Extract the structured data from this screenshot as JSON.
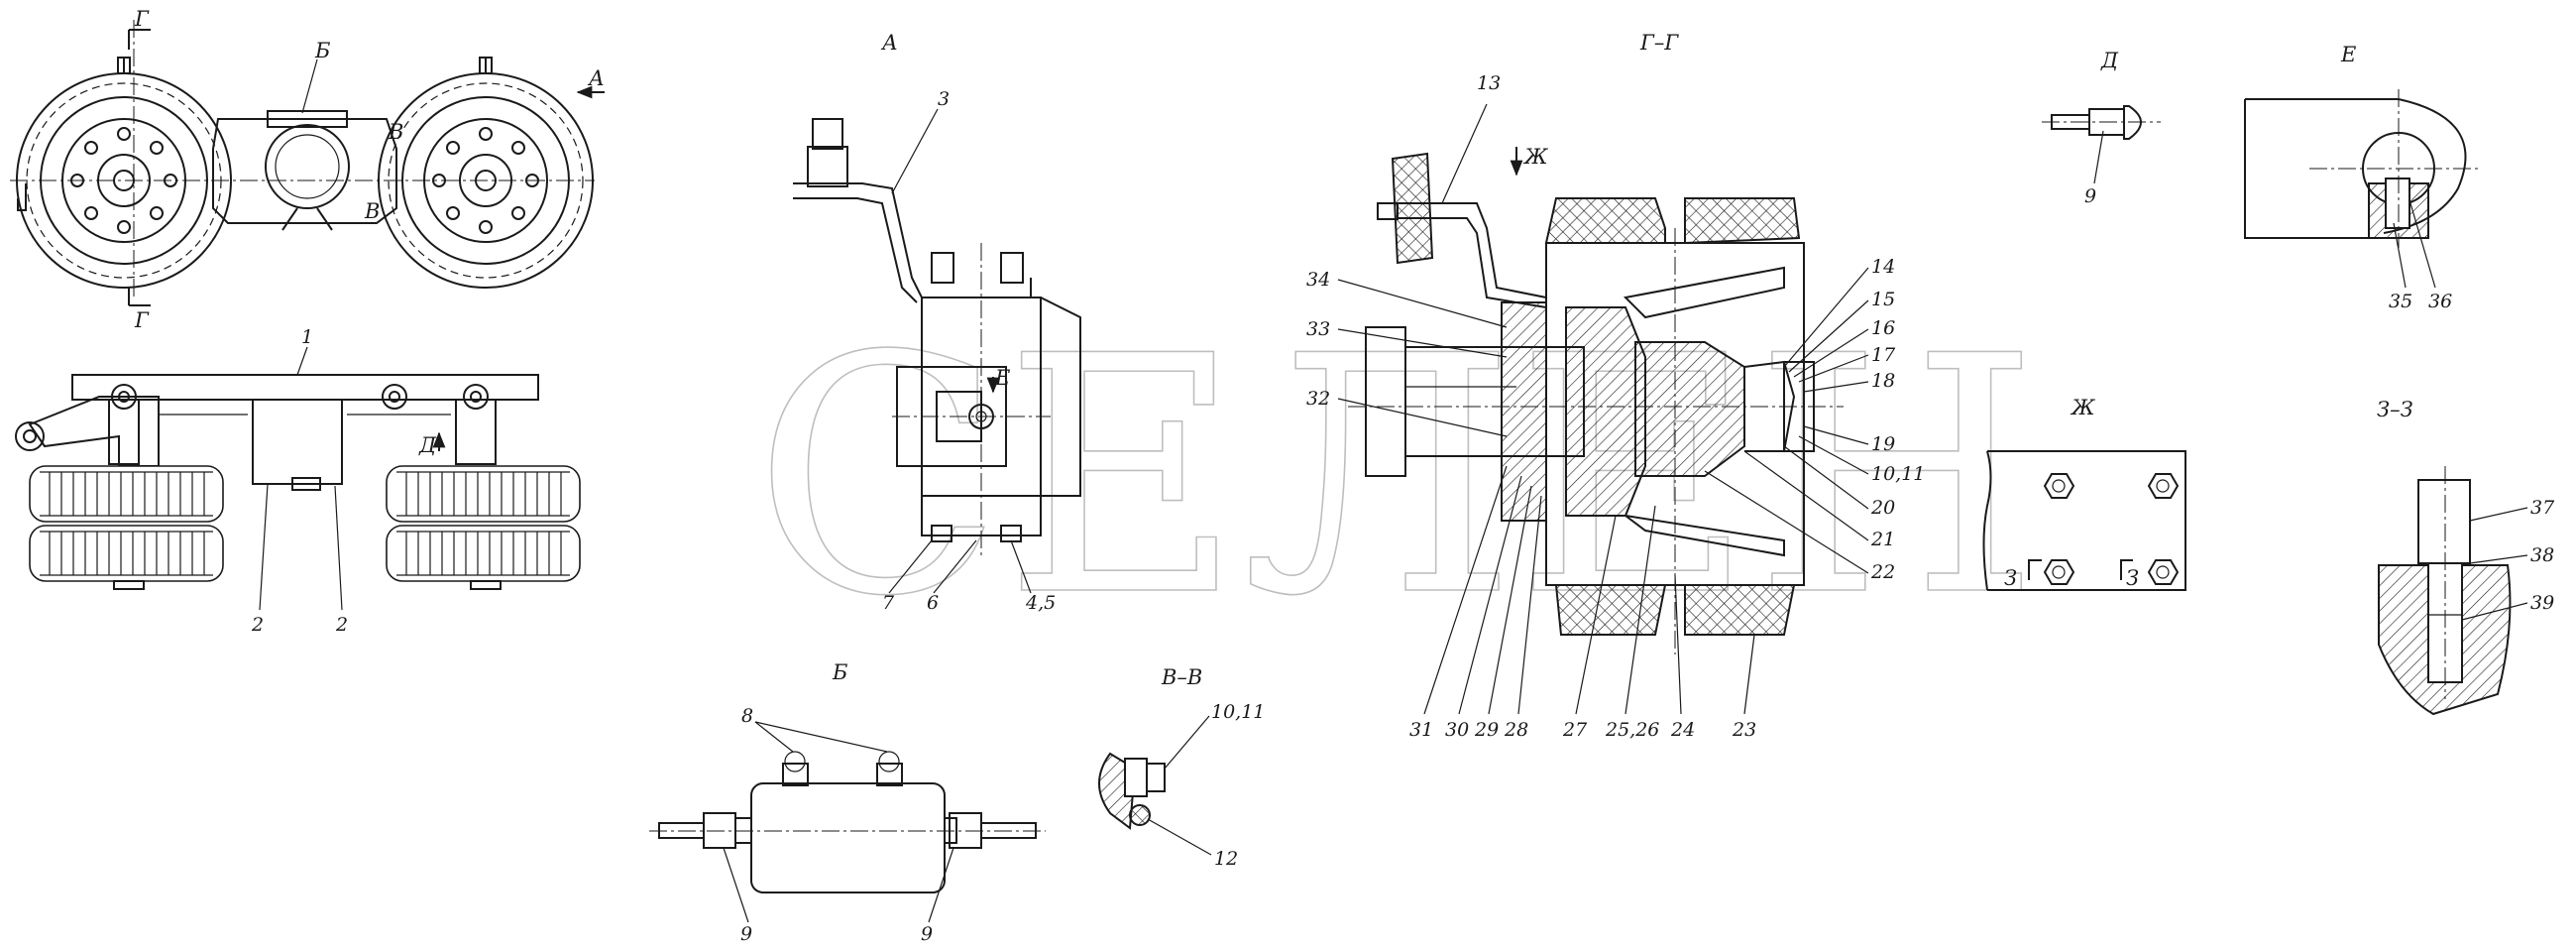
{
  "watermark": "СЕЛЕН",
  "views": {
    "top": {
      "section_mark": "Г",
      "view_a_mark": "А",
      "view_b_mark": "Б",
      "section_v_mark": "В"
    },
    "front": {
      "view_d_mark": "Д"
    },
    "a": {
      "title": "А",
      "view_e_mark": "Е"
    },
    "gg": {
      "title": "Г–Г",
      "view_zh_mark": "Ж"
    },
    "d": {
      "title": "Д"
    },
    "e": {
      "title": "Е"
    },
    "zh": {
      "title": "Ж",
      "section_z_mark": "З"
    },
    "zz": {
      "title": "З–З"
    },
    "b": {
      "title": "Б"
    },
    "vv": {
      "title": "В–В"
    }
  },
  "callouts": {
    "p1": "1",
    "p2a": "2",
    "p2b": "2",
    "p3": "3",
    "p7": "7",
    "p6": "6",
    "p45": "4,5",
    "p13": "13",
    "p34": "34",
    "p33": "33",
    "p32": "32",
    "p14": "14",
    "p15": "15",
    "p16": "16",
    "p17": "17",
    "p18": "18",
    "p19": "19",
    "p1011": "10,11",
    "p20": "20",
    "p21": "21",
    "p22": "22",
    "p31": "31",
    "p30": "30",
    "p29": "29",
    "p28": "28",
    "p27": "27",
    "p2526": "25,26",
    "p24": "24",
    "p23": "23",
    "p9d": "9",
    "p35": "35",
    "p36": "36",
    "p37": "37",
    "p38": "38",
    "p39": "39",
    "p8": "8",
    "p9a": "9",
    "p9b": "9",
    "p1011b": "10,11",
    "p12": "12"
  }
}
